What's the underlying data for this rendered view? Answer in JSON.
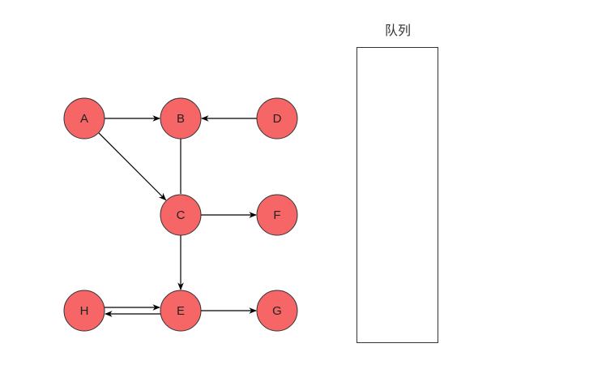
{
  "colors": {
    "node_fill": "#f76666",
    "node_stroke": "#333333",
    "edge": "#000000"
  },
  "graph": {
    "nodes": [
      {
        "id": "A",
        "label": "A"
      },
      {
        "id": "B",
        "label": "B"
      },
      {
        "id": "D",
        "label": "D"
      },
      {
        "id": "C",
        "label": "C"
      },
      {
        "id": "F",
        "label": "F"
      },
      {
        "id": "H",
        "label": "H"
      },
      {
        "id": "E",
        "label": "E"
      },
      {
        "id": "G",
        "label": "G"
      }
    ],
    "edges": [
      {
        "from": "A",
        "to": "B",
        "arrow": true
      },
      {
        "from": "D",
        "to": "B",
        "arrow": true
      },
      {
        "from": "A",
        "to": "C",
        "arrow": true
      },
      {
        "from": "B",
        "to": "C",
        "arrow": false
      },
      {
        "from": "C",
        "to": "F",
        "arrow": true
      },
      {
        "from": "C",
        "to": "E",
        "arrow": true
      },
      {
        "from": "H",
        "to": "E",
        "arrow": true
      },
      {
        "from": "E",
        "to": "H",
        "arrow": true
      },
      {
        "from": "E",
        "to": "G",
        "arrow": true
      }
    ]
  },
  "queue": {
    "title": "队列"
  }
}
